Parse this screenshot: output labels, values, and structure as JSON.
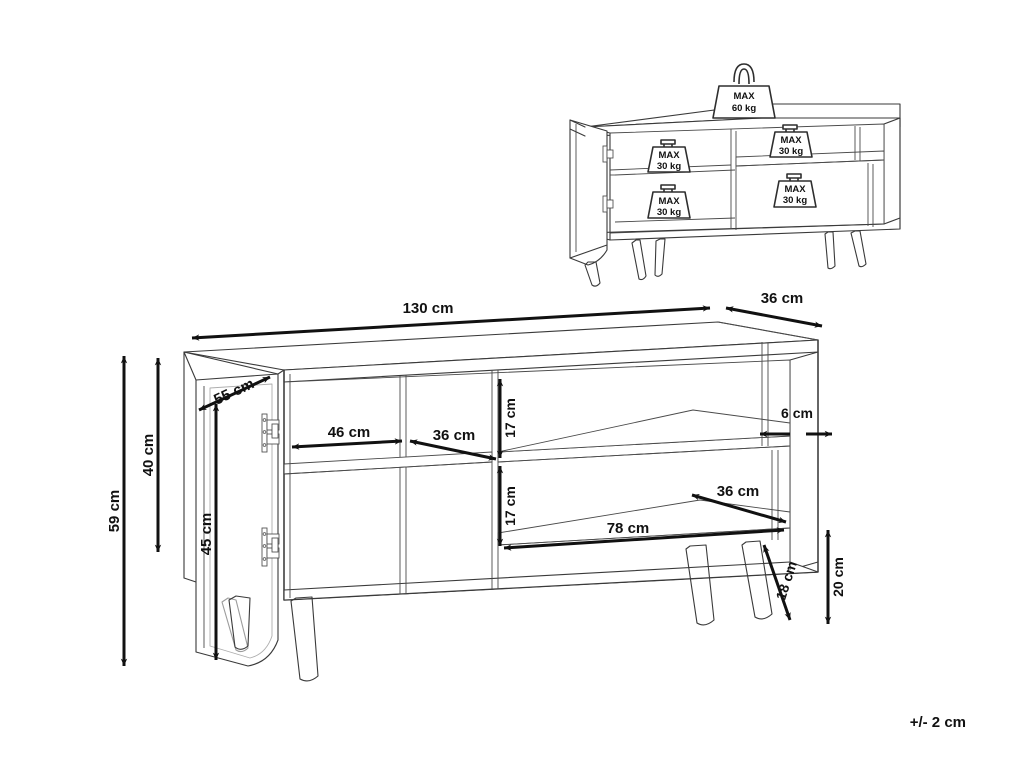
{
  "document": {
    "type": "furniture-dimension-drawing",
    "product": "sideboard",
    "tolerance_note": "+/- 2 cm",
    "units": "cm"
  },
  "load_diagram": {
    "name": "max-load-diagram",
    "top_surface_label": "MAX\n60 kg",
    "weights": [
      {
        "id": "top",
        "line1": "MAX",
        "line2": "60 kg",
        "value": 60,
        "position": "top-surface"
      },
      {
        "id": "left-upper",
        "line1": "MAX",
        "line2": "30 kg",
        "value": 30,
        "position": "left-upper-shelf"
      },
      {
        "id": "left-lower",
        "line1": "MAX",
        "line2": "30 kg",
        "value": 30,
        "position": "left-lower-shelf"
      },
      {
        "id": "right-upper",
        "line1": "MAX",
        "line2": "30 kg",
        "value": 30,
        "position": "right-upper-shelf"
      },
      {
        "id": "right-lower",
        "line1": "MAX",
        "line2": "30 kg",
        "value": 30,
        "position": "right-lower-shelf"
      }
    ]
  },
  "dimensions": {
    "overall_width": "130 cm",
    "overall_depth": "36 cm",
    "overall_height": "59 cm",
    "body_height": "40 cm",
    "door_width": "55 cm",
    "door_height": "45 cm",
    "left_compartment_width": "46 cm",
    "middle_compartment_width": "36 cm",
    "upper_shelf_height": "17 cm",
    "lower_shelf_height": "17 cm",
    "right_compartment_width": "6 cm",
    "right_shelf_depth": "36 cm",
    "open_shelf_width": "78 cm",
    "leg_length": "18 cm",
    "leg_height": "20 cm"
  },
  "chart_data": {
    "type": "table",
    "title": "Sideboard dimensions",
    "categories": [
      "overall width",
      "overall depth",
      "overall height",
      "body height",
      "door width",
      "door height",
      "left compartment width",
      "middle compartment width",
      "upper shelf height",
      "lower shelf height",
      "right compartment width",
      "right shelf depth",
      "open shelf width",
      "leg length",
      "leg height"
    ],
    "values": [
      130,
      36,
      59,
      40,
      55,
      45,
      46,
      36,
      17,
      17,
      6,
      36,
      78,
      18,
      20
    ],
    "unit": "cm",
    "tolerance": "+/- 2 cm",
    "max_loads": {
      "top_surface_kg": 60,
      "each_shelf_kg": 30,
      "shelf_count": 4
    }
  }
}
